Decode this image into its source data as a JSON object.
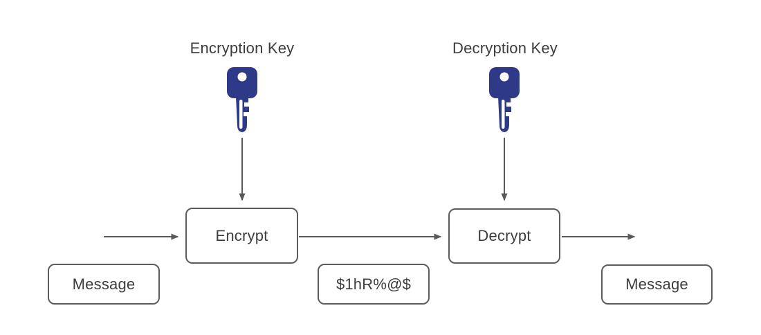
{
  "diagram": {
    "title_implied": "Symmetric encryption flow",
    "labels": {
      "encryption_key": "Encryption Key",
      "decryption_key": "Decryption Key"
    },
    "nodes": {
      "encrypt": "Encrypt",
      "decrypt": "Decrypt",
      "message_in": "Message",
      "ciphertext": "$1hR%@$",
      "message_out": "Message"
    },
    "icons": {
      "encryption_key_icon": "key-icon",
      "decryption_key_icon": "key-icon"
    },
    "flows": [
      "plaintext-into-encrypt",
      "encrypt-to-decrypt-ciphertext",
      "decrypt-to-plaintext-out",
      "encryption-key-into-encrypt",
      "decryption-key-into-decrypt"
    ]
  },
  "colors": {
    "key-blue": "#2e3a87",
    "line-gray": "#595959",
    "box-border": "#5c5c5c",
    "text": "#3d3d3d",
    "bg": "#ffffff"
  }
}
